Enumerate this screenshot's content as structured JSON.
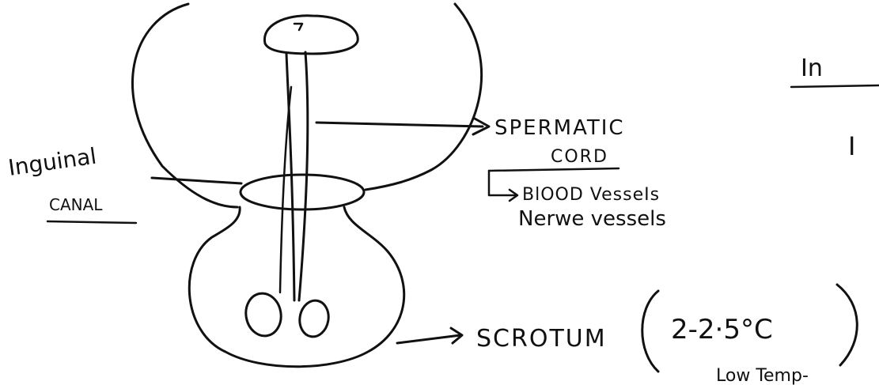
{
  "labels": {
    "inguinal": "Inguinal",
    "canal": "CANAL",
    "spermatic": "SPERMATIC",
    "cord": "CORD",
    "blood_vessels": "BlOOD VesseIs",
    "nerve_vessels": "Nerwe vessels",
    "scrotum": "SCROTUM",
    "temperature": "2-2·5°C",
    "low_temp": "Low Temp-",
    "right_in": "In",
    "right_i": "I"
  },
  "colors": {
    "ink": "#111111",
    "paper": "#ffffff"
  }
}
